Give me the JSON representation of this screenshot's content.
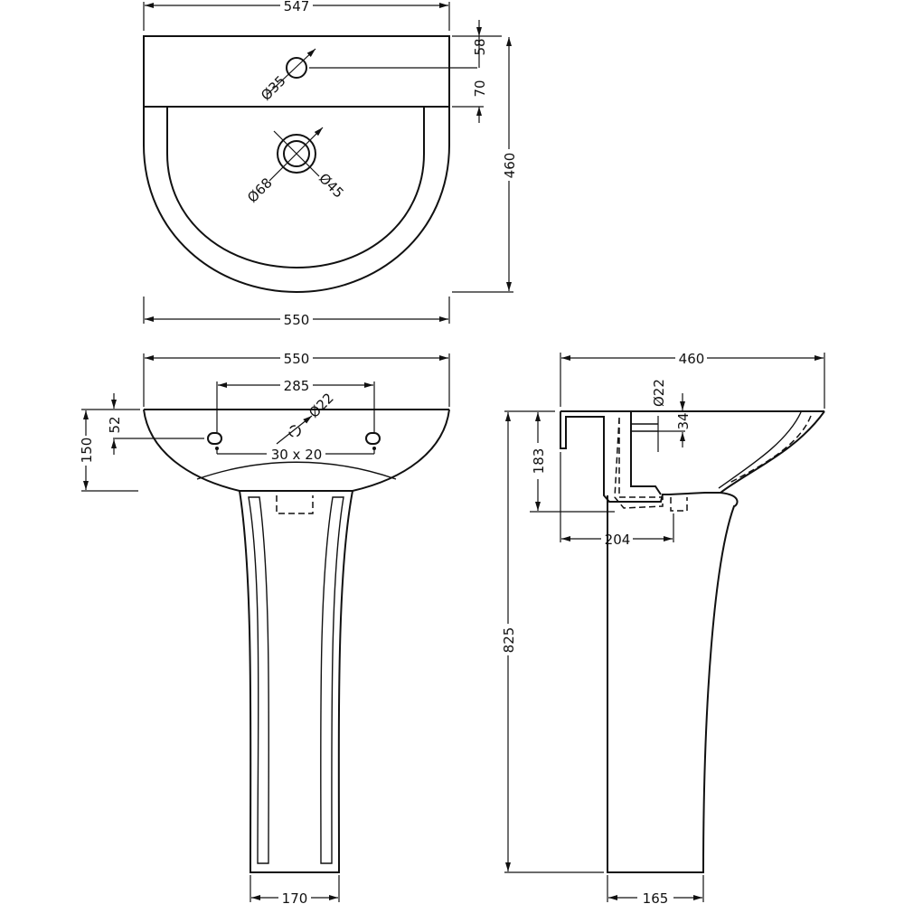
{
  "top_view": {
    "overall_width": "547",
    "depth": "460",
    "tap_hole_diameter": "Ø35",
    "tap_hole_from_back": "58",
    "deck_depth": "70",
    "waste_outer_diameter": "Ø68",
    "waste_inner_diameter": "Ø45",
    "bowl_width": "550"
  },
  "front_view": {
    "overall_width": "550",
    "fixing_centres": "285",
    "overflow_diameter": "Ø22",
    "fixing_slot_size": "30 x 20",
    "fixing_height": "52",
    "basin_height": "150",
    "pedestal_base_width": "170"
  },
  "side_view": {
    "overall_depth": "460",
    "overflow_diameter": "Ø22",
    "overflow_height": "34",
    "waste_height": "183",
    "waste_projection": "204",
    "overall_height": "825",
    "pedestal_base_depth": "165"
  },
  "colors": {
    "line": "#111111",
    "background": "#ffffff"
  }
}
